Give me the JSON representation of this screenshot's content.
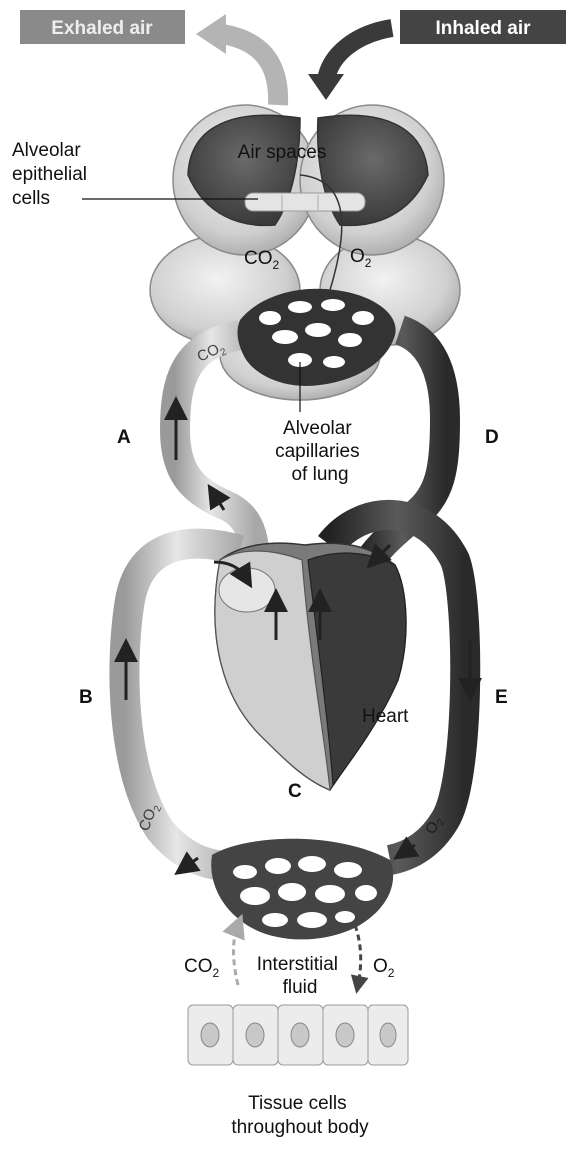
{
  "header": {
    "exhaled_label": "Exhaled air",
    "inhaled_label": "Inhaled air"
  },
  "labels": {
    "air_spaces": "Air spaces",
    "alveolar_epithelial_cells": [
      "Alveolar",
      "epithelial",
      "cells"
    ],
    "alveolar_capillaries": [
      "Alveolar",
      "capillaries",
      "of lung"
    ],
    "heart": "Heart",
    "interstitial_fluid": [
      "Interstitial",
      "fluid"
    ],
    "tissue_cells": [
      "Tissue cells",
      "throughout body"
    ],
    "co2": "CO",
    "o2": "O",
    "subscript": "2"
  },
  "markers": {
    "a": "A",
    "b": "B",
    "c": "C",
    "d": "D",
    "e": "E"
  },
  "colors": {
    "deoxygenated": "#bdbdbd",
    "oxygenated": "#3a3a3a",
    "capillary_net": "#2a2a2a",
    "tag_background": "#444444"
  }
}
